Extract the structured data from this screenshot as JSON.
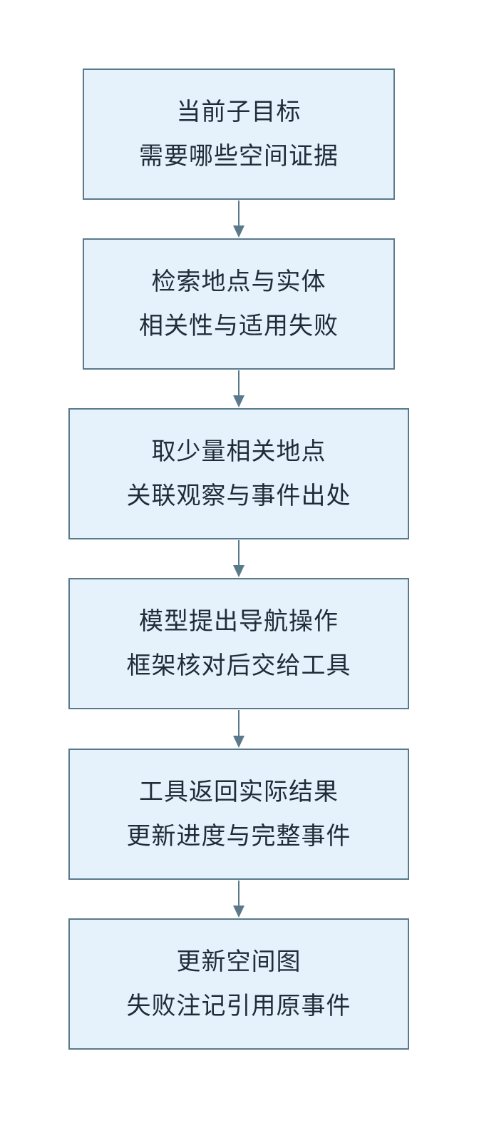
{
  "flow": {
    "steps": [
      {
        "line1": "当前子目标",
        "line2": "需要哪些空间证据"
      },
      {
        "line1": "检索地点与实体",
        "line2": "相关性与适用失败"
      },
      {
        "line1": "取少量相关地点",
        "line2": "关联观察与事件出处"
      },
      {
        "line1": "模型提出导航操作",
        "line2": "框架核对后交给工具"
      },
      {
        "line1": "工具返回实际结果",
        "line2": "更新进度与完整事件"
      },
      {
        "line1": "更新空间图",
        "line2": "失败注记引用原事件"
      }
    ]
  },
  "colors": {
    "box_fill": "#e6f2fb",
    "box_border": "#5a7a8c",
    "arrow": "#5a7a8c",
    "text": "#1f2d3a"
  }
}
